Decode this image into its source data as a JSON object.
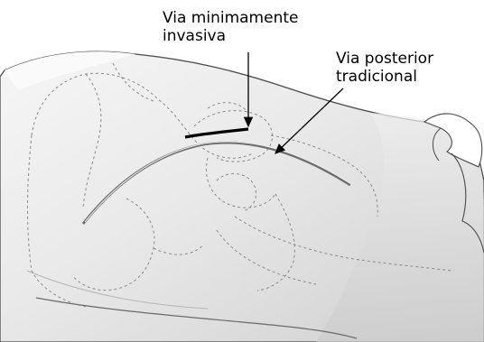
{
  "labels": {
    "minimally_invasive": [
      "Via minimamente",
      "invasiva"
    ],
    "posterior_traditional": [
      "Via posterior",
      "tradicional"
    ]
  },
  "colors": {
    "skin_light": "#f1f1f1",
    "skin_mid": "#dcdcdc",
    "skin_shadow": "#bdbdbd",
    "outline": "#4a4a4a",
    "anatomy_dashed": "#8a8a8a",
    "incision": "#000000",
    "posterior_incision": "#6e6e6e"
  },
  "icons": [
    "hip-illustration",
    "arrow-pointer"
  ]
}
